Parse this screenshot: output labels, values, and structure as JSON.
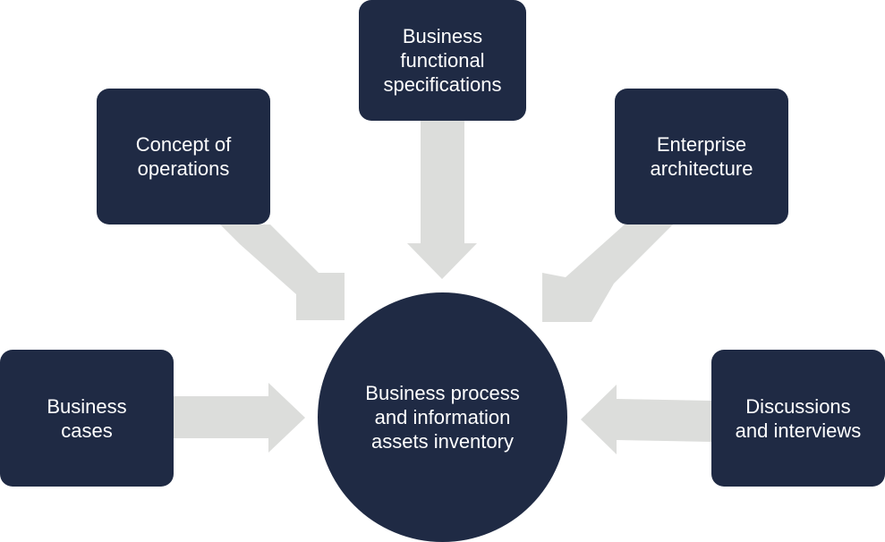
{
  "diagram": {
    "colors": {
      "node_fill": "#1f2a44",
      "node_text": "#ffffff",
      "arrow_fill": "#dcdddb"
    },
    "center": {
      "label": "Business process\nand information\nassets inventory"
    },
    "inputs": [
      {
        "id": "bfs",
        "label": "Business\nfunctional\nspecifications"
      },
      {
        "id": "concept",
        "label": "Concept of\noperations"
      },
      {
        "id": "ea",
        "label": "Enterprise\narchitecture"
      },
      {
        "id": "cases",
        "label": "Business\ncases"
      },
      {
        "id": "disc",
        "label": "Discussions\nand interviews"
      }
    ]
  }
}
